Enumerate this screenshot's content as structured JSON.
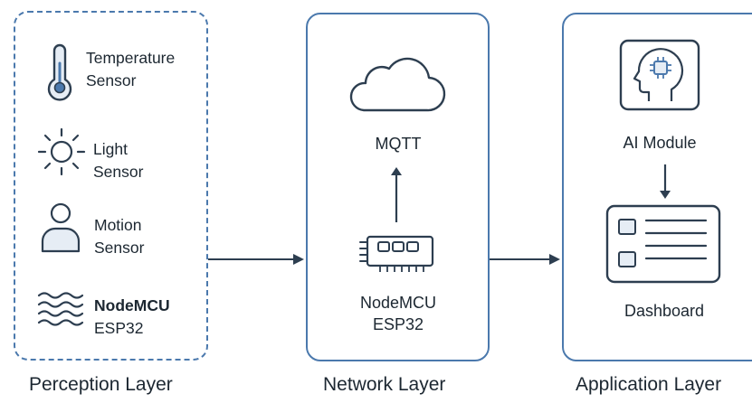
{
  "layers": {
    "perception": {
      "caption": "Perception Layer",
      "sensors": [
        {
          "icon": "thermometer-icon",
          "line1": "Temperature",
          "line2": "Sensor"
        },
        {
          "icon": "sun-icon",
          "line1": "Light",
          "line2": "Sensor"
        },
        {
          "icon": "person-icon",
          "line1": "Motion",
          "line2": "Sensor"
        },
        {
          "icon": "waves-icon",
          "line1": "NodeMCU",
          "line2": "ESP32"
        }
      ]
    },
    "network": {
      "caption": "Network Layer",
      "cloud_label": "MQTT",
      "board_label_1": "NodeMCU",
      "board_label_2": "ESP32"
    },
    "application": {
      "caption": "Application Layer",
      "ai_label": "AI Module",
      "dashboard_label": "Dashboard"
    }
  },
  "colors": {
    "border": "#4b79ad",
    "icon_stroke": "#2d3e50",
    "icon_fill": "#e6edf5",
    "text": "#1c2731"
  }
}
